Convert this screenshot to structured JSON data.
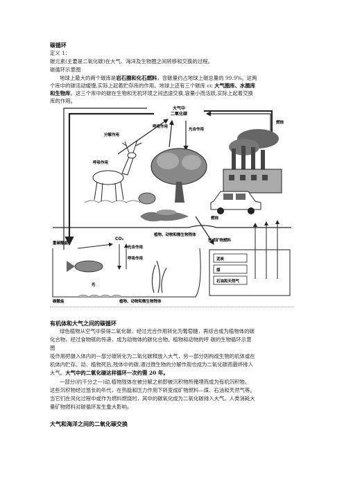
{
  "doc": {
    "title": "碳循环",
    "def_label": "定义 1：",
    "def_text": "碳元素(主要是二氧化碳)在大气、海洋及生物圈之间转移和交换的过程。",
    "diagram_caption": "碳循环示意图",
    "p1": {
      "a": "地球上最大的两个碳库是",
      "b": "岩石圈和化石燃料",
      "c": "，含碳量约占地球上碳总量的 99.9%。这两",
      "line2": "个库中的碳活动缓慢,实际上起着贮存库的作用。地球上还有三个碳库 cc ",
      "line2b": "大气圈库、水圈库",
      "line3a": "和生物库",
      "line3b": "。这三个库中的碳在生物和无机环境之间迅速交换,容量小而活跃,实际上起着交换",
      "line4": "库的作用。"
    },
    "sec1_title": "有机体和大气之间的碳循环",
    "p2": {
      "l1": "绿色植物从空气中获得二氧化碳，经过光合作用转化为葡萄糖，再综合成为植物体的碳",
      "l2": "化合物，经过食物链的传递，成为动物体的碳化合物。植物和动物的呼 碳的生物循环示意",
      "l3": "图",
      "l4": "吸作用把摄入体内的一部分碳转化为二氧化碳释放入大气，另一部分则构成生物的机体或在",
      "l5": "机体内贮存。动、植物死后,残体中的碳,通过微生物的分解作用也成为二氧化碳而最终排入",
      "l6a": "大气。",
      "l6b": "大气中的二氧化碳这样循环一次约需 20 年。"
    },
    "p3": {
      "l1": "一部分(约千分之一)动,植物残体在被分解之前即被沉积物所掩埋而成为有机沉积物。",
      "l2": "这些沉积物经过悠长的年代，在热能和压力作用下转变成矿物燃料—煤、石油和天然气等。",
      "l3": "当它们在风化过程中或作为燃料燃烧时，其中的碳氧化成为二氧化碳排入大气。人类消耗大",
      "l4": "量矿物燃料对碳循环发生重大影响。"
    },
    "sec2_title": "大气和海洋之间的二氧化碳交换"
  },
  "diagram": {
    "atmo_label_1": "大气中",
    "atmo_label_2": "二氧化碳",
    "decomp": "分解作用",
    "respire": "呼吸作用",
    "photo": "光合作用",
    "respire2": "呼吸作用",
    "burn": "燃烧",
    "burn2": "燃烧",
    "dead": "植物、动物和微生物残体",
    "fossil": "形成矿物燃料",
    "peat": "泥炭",
    "coal": "煤",
    "oil": "石油和天然气",
    "bicarb": "重碳酸盐",
    "co2": "CO₂",
    "photo2": "光合作用",
    "respire3": "呼吸作用",
    "light": "光",
    "carbonate": "碳酸盐",
    "dead2": "植物、动物和微生物残体"
  }
}
